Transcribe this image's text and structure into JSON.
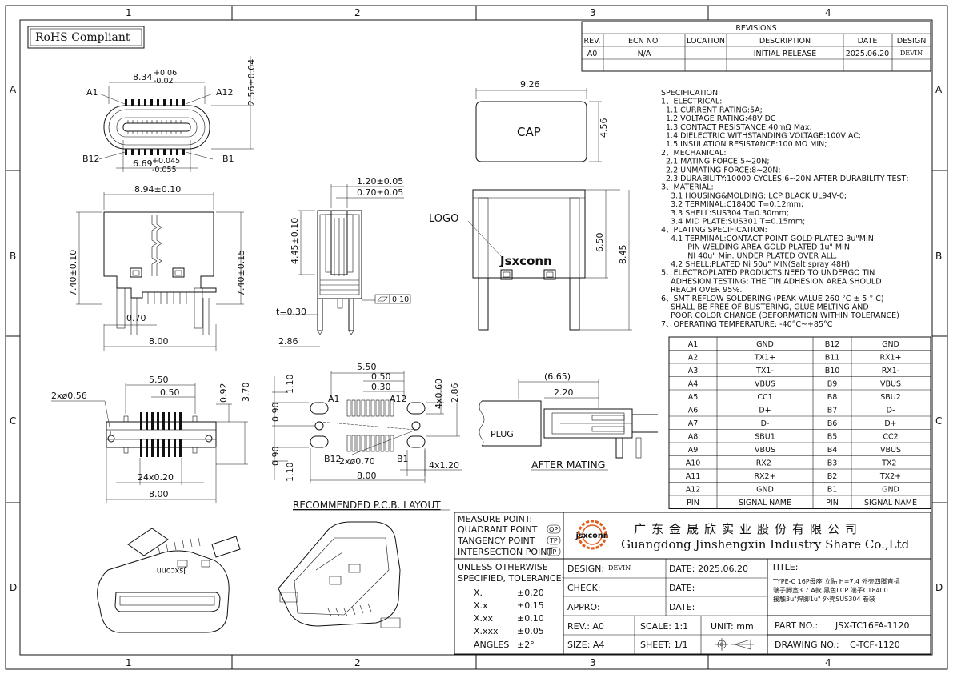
{
  "zone_labels": {
    "cols": [
      "1",
      "2",
      "3",
      "4"
    ],
    "rows": [
      "A",
      "B",
      "C",
      "D"
    ]
  },
  "rohs": "RoHS Compliant",
  "revisions": {
    "title": "REVISIONS",
    "headers": [
      "REV.",
      "ECN NO.",
      "LOCATION",
      "DESCRIPTION",
      "DATE",
      "DESIGN"
    ],
    "row": [
      "A0",
      "N/A",
      "",
      "INITIAL RELEASE",
      "2025.06.20",
      "DEVIN"
    ]
  },
  "dims": {
    "top_width": "8.34",
    "top_width_tol_plus": "+0.06",
    "top_width_tol_minus": "-0.02",
    "top_height": "2.56±0.04",
    "inner_width": "6.69",
    "inner_tol_plus": "+0.045",
    "inner_tol_minus": "-0.055",
    "pin_a1": "A1",
    "pin_a12": "A12",
    "pin_b12": "B12",
    "pin_b1": "B1",
    "cap_width": "9.26",
    "cap_height": "4.56",
    "cap_label": "CAP",
    "front_width": "8.94±0.10",
    "front_left_h": "7.40±0.10",
    "front_right_h": "7.40±0.15",
    "front_070": "0.70",
    "front_800": "8.00",
    "side_120": "1.20±0.05",
    "side_070": "0.70±0.05",
    "side_445": "4.45±0.10",
    "side_t": "t=0.30",
    "side_flat": "0.10",
    "side_286": "2.86",
    "logo_label": "LOGO",
    "logo_text": "Jsxconn",
    "rear_650": "6.50",
    "rear_845": "8.45",
    "bot_550": "5.50",
    "bot_050": "0.50",
    "bot_2x056": "2xø0.56",
    "bot_092": "0.92",
    "bot_370": "3.70",
    "bot_24x020": "24x0.20",
    "bot_800": "8.00",
    "pcb_550": "5.50",
    "pcb_050": "0.50",
    "pcb_030": "0.30",
    "pcb_110a": "1.10",
    "pcb_090a": "0.90",
    "pcb_090b": "0.90",
    "pcb_110b": "1.10",
    "pcb_4x060": "4x0.60",
    "pcb_286": "2.86",
    "pcb_4x120": "4x1.20",
    "pcb_2x070": "2xø0.70",
    "pcb_800": "8.00",
    "pcb_a1": "A1",
    "pcb_a12": "A12",
    "pcb_b12": "B12",
    "pcb_b1": "B1",
    "pcb_caption": "RECOMMENDED   P.C.B. LAYOUT",
    "mate_665": "(6.65)",
    "mate_220": "2.20",
    "mate_plug": "PLUG",
    "mate_caption": "AFTER  MATING"
  },
  "specification": [
    "SPECIFICATION:",
    "1、ELECTRICAL:",
    "  1.1 CURRENT RATING:5A;",
    "  1.2 VOLTAGE RATING:48V DC",
    "  1.3 CONTACT RESISTANCE:40mΩ Max;",
    "  1.4 DIELECTRIC WITHSTANDING VOLTAGE:100V AC;",
    "  1.5 INSULATION RESISTANCE:100 MΩ MIN;",
    "2、MECHANICAL:",
    "  2.1 MATING FORCE:5~20N;",
    "  2.2 UNMATING FORCE:8~20N;",
    "  2.3 DURABILITY:10000 CYCLES;6~20N AFTER DURABILITY TEST;",
    "3、MATERIAL:",
    "    3.1 HOUSING&MOLDING: LCP BLACK UL94V-0;",
    "    3.2 TERMINAL:C18400 T=0.12mm;",
    "    3.3 SHELL:SUS304 T=0.30mm;",
    "    3.4 MID PLATE:SUS301 T=0.15mm;",
    "4、PLATING SPECIFICATION:",
    "    4.1 TERMINAL:CONTACT POINT GOLD PLATED 3u\"MIN",
    "           PIN WELDING AREA GOLD PLATED 1u\" MIN.",
    "           NI 40u\" Min. UNDER PLATED OVER ALL.",
    "    4.2 SHELL:PLATED Ni 50u\" MIN(Salt spray 48H)",
    "5、ELECTROPLATED PRODUCTS NEED TO UNDERGO TIN",
    "    ADHESION TESTING: THE TIN ADHESION AREA SHOULD",
    "    REACH OVER 95%.",
    "6、SMT REFLOW SOLDERING (PEAK VALUE 260 °C ± 5 ° C)",
    "    SHALL BE FREE OF BLISTERING, GLUE MELTING AND",
    "    POOR COLOR CHANGE (DEFORMATION WITHIN TOLERANCE)",
    "7、OPERATING TEMPERATURE: -40°C~+85°C"
  ],
  "pin_table": {
    "rows": [
      [
        "A1",
        "GND",
        "B12",
        "GND"
      ],
      [
        "A2",
        "TX1+",
        "B11",
        "RX1+"
      ],
      [
        "A3",
        "TX1-",
        "B10",
        "RX1-"
      ],
      [
        "A4",
        "VBUS",
        "B9",
        "VBUS"
      ],
      [
        "A5",
        "CC1",
        "B8",
        "SBU2"
      ],
      [
        "A6",
        "D+",
        "B7",
        "D-"
      ],
      [
        "A7",
        "D-",
        "B6",
        "D+"
      ],
      [
        "A8",
        "SBU1",
        "B5",
        "CC2"
      ],
      [
        "A9",
        "VBUS",
        "B4",
        "VBUS"
      ],
      [
        "A10",
        "RX2-",
        "B3",
        "TX2-"
      ],
      [
        "A11",
        "RX2+",
        "B2",
        "TX2+"
      ],
      [
        "A12",
        "GND",
        "B1",
        "GND"
      ]
    ],
    "footer": [
      "PIN",
      "SIGNAL NAME",
      "PIN",
      "SIGNAL NAME"
    ]
  },
  "measure": {
    "lines": [
      "MEASURE POINT:",
      "QUADRANT POINT",
      "TANGENCY POINT",
      "INTERSECTION POINT"
    ],
    "codes": [
      "QP",
      "TP",
      "IP"
    ]
  },
  "tolerance": {
    "title1": "UNLESS OTHERWISE",
    "title2": "SPECIFIED, TOLERANCE:",
    "rows": [
      [
        "X.",
        "±0.20"
      ],
      [
        "X.x",
        "±0.15"
      ],
      [
        "X.xx",
        "±0.10"
      ],
      [
        "X.xxx",
        "±0.05"
      ],
      [
        "ANGLES",
        "±2°"
      ]
    ]
  },
  "company": {
    "logo": "jsxconn",
    "cn": "广东金晟欣实业股份有限公司",
    "en": "Guangdong Jinshengxin Industry Share Co.,Ltd"
  },
  "titleblock": {
    "design_label": "DESIGN:",
    "design_value": "DEVIN",
    "date_label": "DATE:",
    "date_value": "2025.06.20",
    "check_label": "CHECK:",
    "check_date_label": "DATE:",
    "appro_label": "APPRO:",
    "appro_date_label": "DATE:",
    "title_label": "TITLE:",
    "title_lines": [
      "TYPE-C  16P母座 立贴 H=7.4  外壳四脚直插",
      "端子脚宽3.7 A款 黑色LCP  端子C18400",
      "接触3u\"焊脚1u\" 外壳SUS304  卷装"
    ],
    "rev_label": "REV.: A0",
    "scale_label": "SCALE: 1:1",
    "unit_label": "UNIT: mm",
    "part_label": "PART  NO.:",
    "part_value": "JSX-TC16FA-1120",
    "size_label": "SIZE: A4",
    "sheet_label": "SHEET: 1/1",
    "drawing_label": "DRAWING  NO.:",
    "drawing_value": "C-TCF-1120"
  }
}
